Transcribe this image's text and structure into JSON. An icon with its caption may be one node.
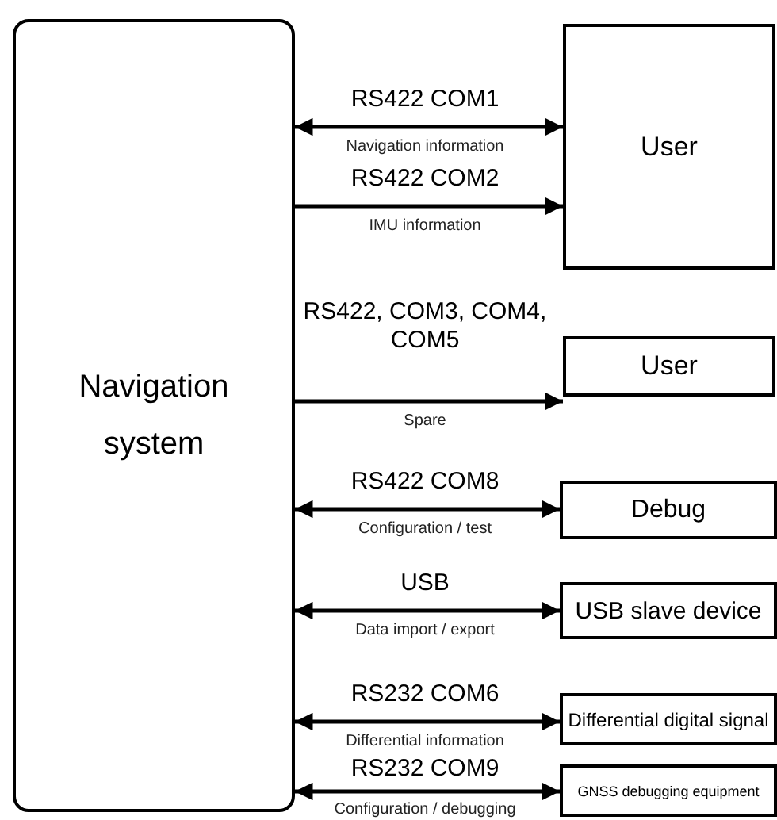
{
  "diagram": {
    "nodes": [
      {
        "text": [
          "Navigation system"
        ]
      },
      {
        "text": [
          "User"
        ]
      },
      {
        "text": [
          "User"
        ]
      },
      {
        "text": [
          "Debug"
        ]
      },
      {
        "text": [
          "USB slave device"
        ]
      },
      {
        "text": [
          "Differential digital signal"
        ]
      },
      {
        "text": [
          "GNSS debugging equipment"
        ]
      }
    ],
    "edges": [
      {
        "from": 0,
        "to": 1,
        "arrow": "both",
        "label": "RS422 COM1"
      },
      {
        "from": 0,
        "to": 1,
        "arrow": "to",
        "label": "RS422 COM2"
      },
      {
        "from": 0,
        "to": 2,
        "arrow": "to",
        "label": "RS422, COM3, COM4, COM5"
      },
      {
        "from": 0,
        "to": 3,
        "arrow": "both",
        "label": "RS422 COM8"
      },
      {
        "from": 0,
        "to": 4,
        "arrow": "both",
        "label": "USB"
      },
      {
        "from": 0,
        "to": 5,
        "arrow": "both",
        "label": "RS232 COM6"
      },
      {
        "from": 0,
        "to": 6,
        "arrow": "both",
        "label": "RS232 COM9"
      }
    ],
    "labels": [
      "Navigation information",
      "IMU information",
      "Spare",
      "Configuration / test",
      "Data import / export",
      "Differential information",
      "Configuration / debugging"
    ]
  }
}
